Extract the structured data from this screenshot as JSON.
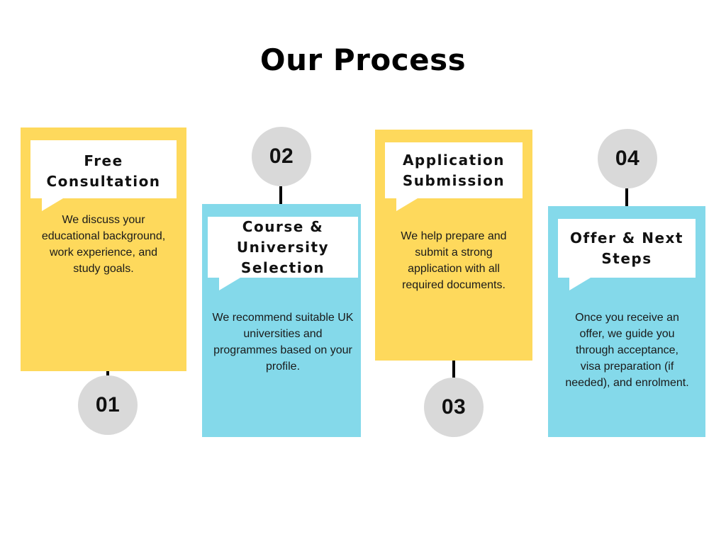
{
  "title": "Our Process",
  "colors": {
    "yellow": "#FED95C",
    "blue": "#84D9EA",
    "circle": "#D9D9D9"
  },
  "steps": [
    {
      "number": "01",
      "title": "Free Consultation",
      "description": "We discuss your educational background, work experience, and study goals."
    },
    {
      "number": "02",
      "title": "Course & University Selection",
      "description": "We recommend suitable UK universities and programmes based on your profile."
    },
    {
      "number": "03",
      "title": "Application Submission",
      "description": "We help prepare and submit a strong application with all required documents."
    },
    {
      "number": "04",
      "title": "Offer & Next Steps",
      "description": "Once you receive an offer, we guide you through acceptance, visa preparation (if needed), and enrolment."
    }
  ]
}
